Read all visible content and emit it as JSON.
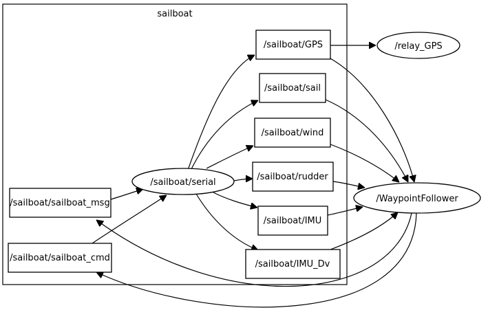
{
  "cluster": {
    "label": "sailboat"
  },
  "nodes": {
    "gps": "/sailboat/GPS",
    "relay_gps": "/relay_GPS",
    "sail": "/sailboat/sail",
    "wind": "/sailboat/wind",
    "rudder": "/sailboat/rudder",
    "imu": "/sailboat/IMU",
    "imu_dv": "/sailboat/IMU_Dv",
    "serial": "/sailboat/serial",
    "sailboat_msg": "/sailboat/sailboat_msg",
    "sailboat_cmd": "/sailboat/sailboat_cmd",
    "waypoint_follower": "/WaypointFollower"
  },
  "edges": [
    [
      "serial",
      "gps"
    ],
    [
      "serial",
      "sail"
    ],
    [
      "serial",
      "wind"
    ],
    [
      "serial",
      "rudder"
    ],
    [
      "serial",
      "imu"
    ],
    [
      "serial",
      "imu_dv"
    ],
    [
      "gps",
      "relay_gps"
    ],
    [
      "gps",
      "waypoint_follower"
    ],
    [
      "sail",
      "waypoint_follower"
    ],
    [
      "wind",
      "waypoint_follower"
    ],
    [
      "rudder",
      "waypoint_follower"
    ],
    [
      "imu",
      "waypoint_follower"
    ],
    [
      "imu_dv",
      "waypoint_follower"
    ],
    [
      "sailboat_msg",
      "serial"
    ],
    [
      "sailboat_cmd",
      "serial"
    ],
    [
      "waypoint_follower",
      "sailboat_msg"
    ],
    [
      "waypoint_follower",
      "sailboat_cmd"
    ]
  ]
}
